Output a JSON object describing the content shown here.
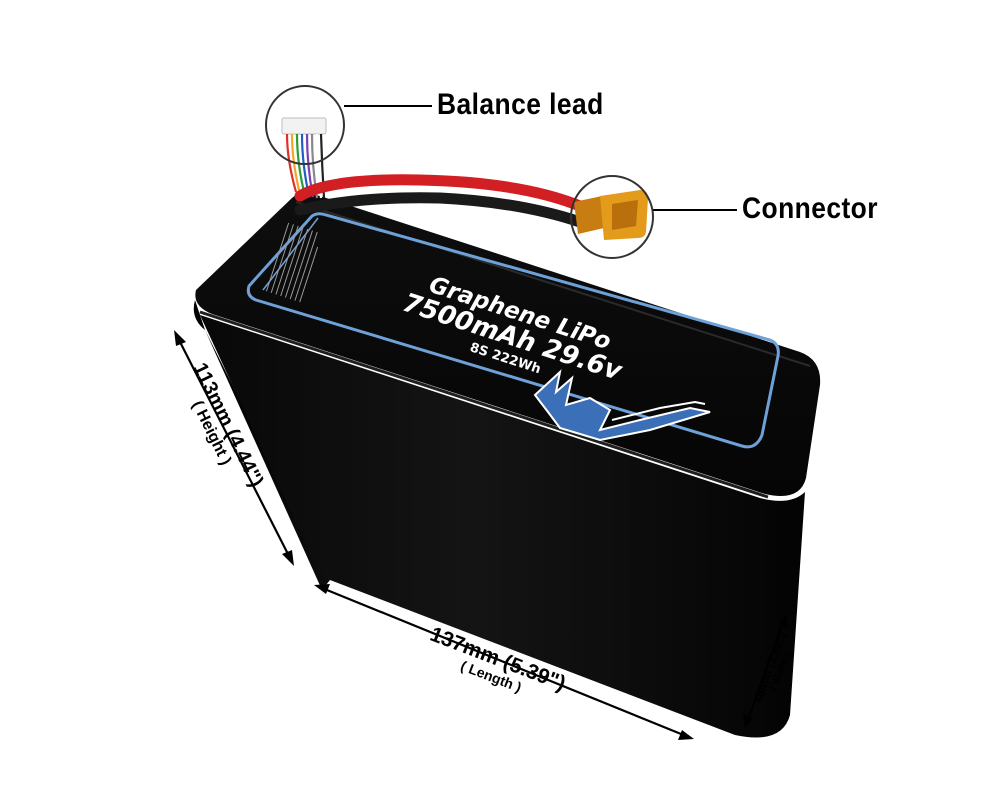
{
  "callouts": {
    "balance_lead": "Balance lead",
    "connector": "Connector"
  },
  "battery_label": {
    "chemistry": "Graphene LiPo",
    "capacity_voltage": "7500mAh 29.6v",
    "config_energy": "8S 222Wh",
    "logo_text": "MA"
  },
  "dimensions": {
    "height": {
      "main": "113mm (4.44\")",
      "sub": "( Height )"
    },
    "length": {
      "main": "137mm (5.39\")",
      "sub": "( Length )"
    },
    "width": {
      "main": "48mm (1.88\")",
      "sub": "( Width )"
    }
  },
  "colors": {
    "body": "#050505",
    "label_border": "#6fa1d9",
    "logo_blue": "#3b6fb8",
    "wire_red": "#d21f24",
    "wire_black": "#1a1a1a",
    "xt_connector": "#e49a1b"
  }
}
